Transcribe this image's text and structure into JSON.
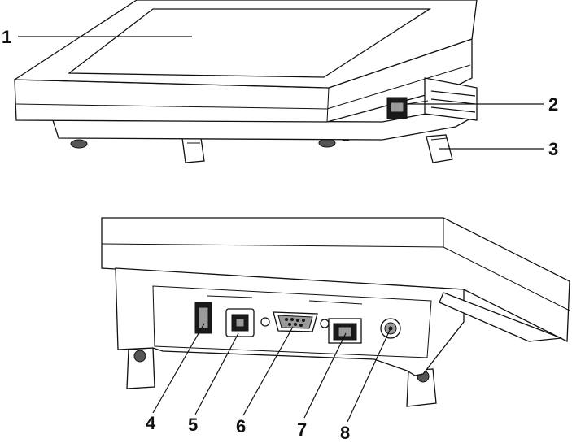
{
  "callouts": {
    "c1": "1",
    "c2": "2",
    "c3": "3",
    "c4": "4",
    "c5": "5",
    "c6": "6",
    "c7": "7",
    "c8": "8"
  },
  "colors": {
    "line": "#111111",
    "background": "#ffffff",
    "port_fill": "#9a9a9a"
  }
}
